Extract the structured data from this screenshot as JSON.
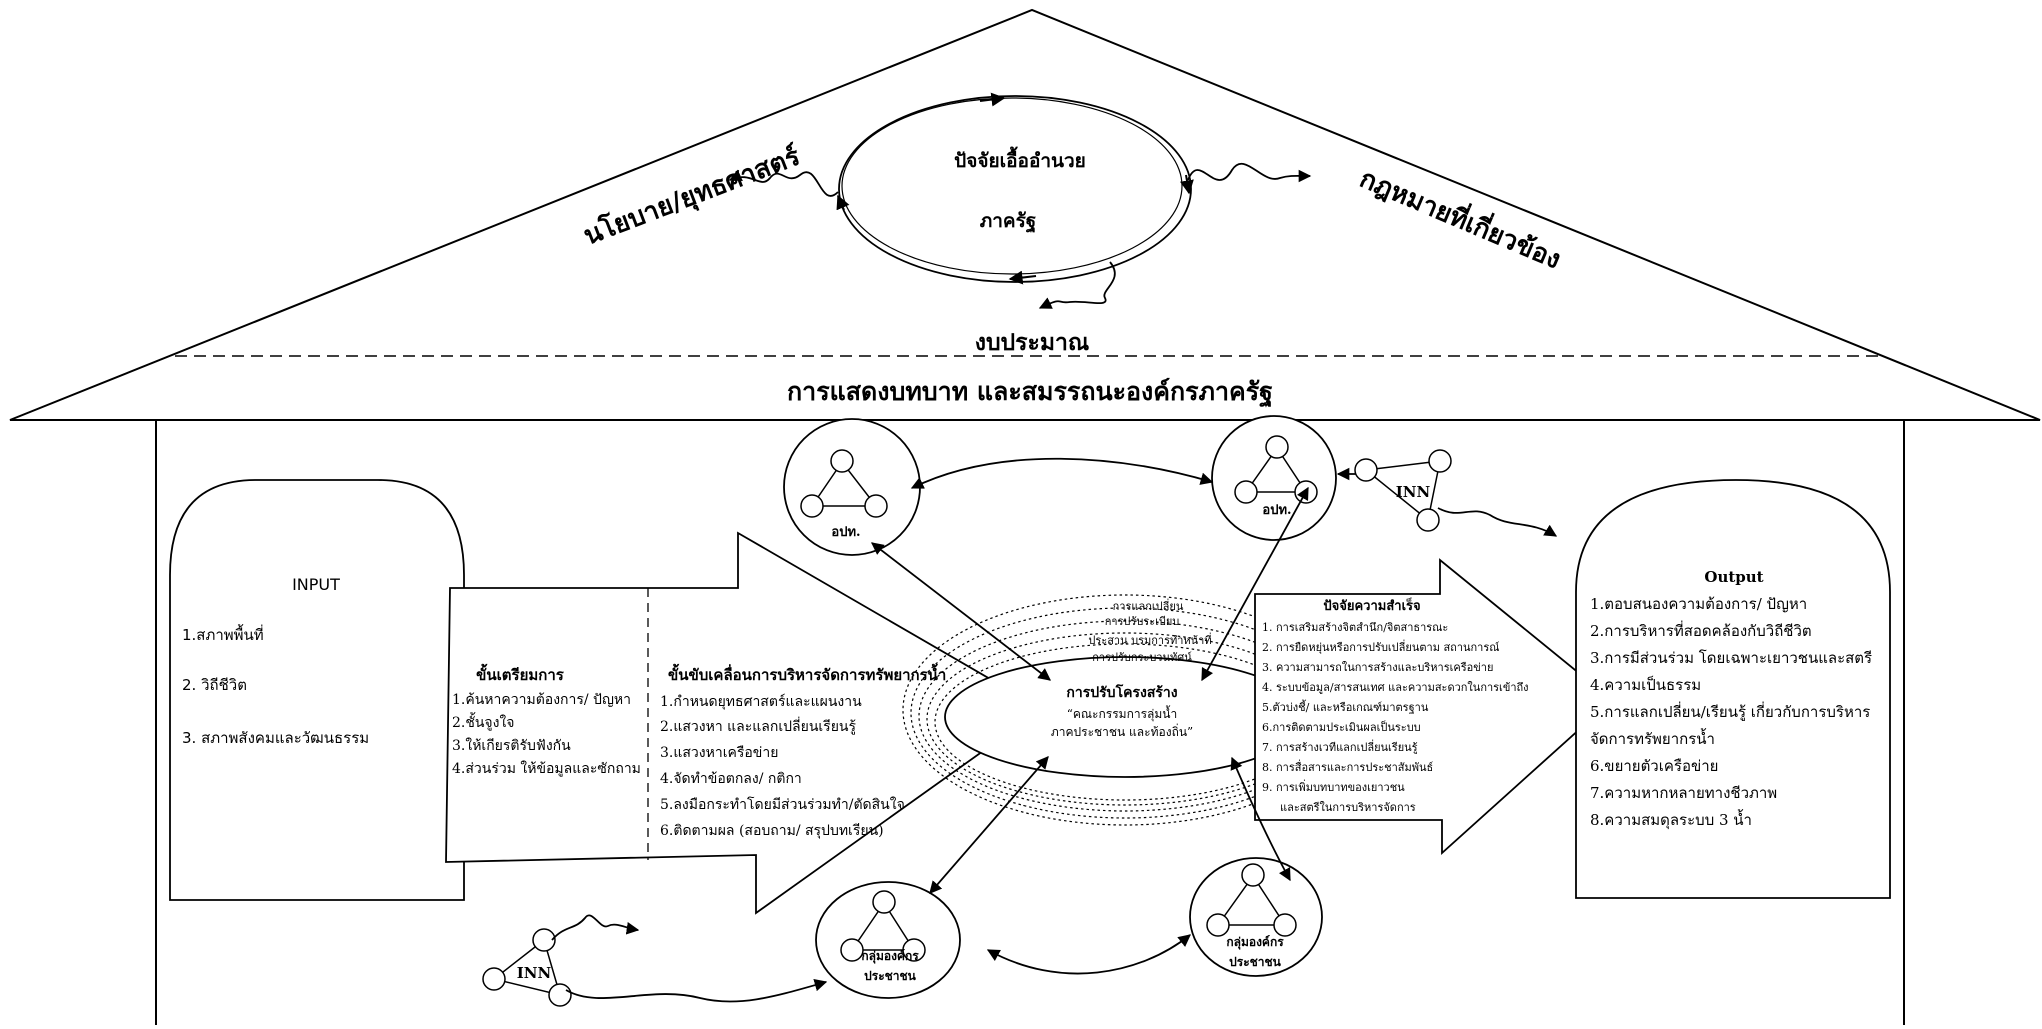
{
  "roof": {
    "title": "การแสดงบทบาท และสมรรถนะองค์กรภาครัฐ",
    "policy": "นโยบาย/ยุทธศาสตร์",
    "law": "กฎหมายที่เกี่ยวข้อง",
    "budget": "งบประมาณ",
    "cycle_title": "ปัจจัยเอื้ออำนวย",
    "cycle_sub": "ภาครัฐ"
  },
  "input": {
    "title": "INPUT",
    "items": [
      "1.สภาพพื้นที่",
      "2. วิถีชีวิต",
      "3. สภาพสังคมและวัฒนธรรม"
    ]
  },
  "prep": {
    "title": "ขั้นเตรียมการ",
    "items": [
      "1.ค้นหาความต้องการ/ ปัญหา",
      "2.ชั้นจูงใจ",
      "3.ให้เกียรติรับฟังกัน",
      "4.ส่วนร่วม ให้ข้อมูลและซักถาม"
    ]
  },
  "drive": {
    "title": "ขั้นขับเคลื่อนการบริหารจัดการทรัพยากรน้ำ",
    "items": [
      "1.กำหนดยุทธศาสตร์และแผนงาน",
      "2.แสวงหา และแลกเปลี่ยนเรียนรู้",
      "3.แสวงหาเครือข่าย",
      "4.จัดทำข้อตกลง/ กติกา",
      "5.ลงมือกระทำโดยมีส่วนร่วมทำ/ตัดสินใจ",
      "6.ติดตามผล (สอบถาม/ สรุปบทเรียน)"
    ]
  },
  "core": {
    "title": "การปรับโครงสร้าง",
    "sub1": "“คณะกรรมการลุ่มน้ำ",
    "sub2": "ภาคประชาชน และท้องถิ่น”",
    "ring_labels": [
      "การแลกเปลี่ยน",
      "การปรับระเบียบ",
      "ประสาน บรมการทำหน้าที่",
      "การปรับกระบวนทัศน์"
    ]
  },
  "success": {
    "title": "ปัจจัยความสำเร็จ",
    "items": [
      "1. การเสริมสร้างจิตสำนึก/จิตสาธารณะ",
      "2. การยืดหยุ่นหรือการปรับเปลี่ยนตาม สถานการณ์",
      "3. ความสามารถในการสร้างและบริหารเครือข่าย",
      "4. ระบบข้อมูล/สารสนเทศ และความสะดวกในการเข้าถึง",
      "5.ตัวบ่งชี้/ และหรือเกณฑ์มาตรฐาน",
      "6.การติดตามประเมินผลเป็นระบบ",
      "7. การสร้างเวทีแลกเปลี่ยนเรียนรู้",
      "8. การสื่อสารและการประชาสัมพันธ์",
      "9. การเพิ่มบทบาทของเยาวชน",
      "และสตรีในการบริหารจัดการ"
    ]
  },
  "output": {
    "title": "Output",
    "items": [
      "1.ตอบสนองความต้องการ/ ปัญหา",
      "2.การบริหารที่สอดคล้องกับวิถีชีวิต",
      "3.การมีส่วนร่วม โดยเฉพาะเยาวชนและสตรี",
      "4.ความเป็นธรรม",
      "5.การแลกเปลี่ยน/เรียนรู้ เกี่ยวกับการบริหาร",
      "จัดการทรัพยากรน้ำ",
      "6.ขยายตัวเครือข่าย",
      "7.ความหากหลายทางชีวภาพ",
      "8.ความสมดุลระบบ 3 น้ำ"
    ]
  },
  "nodes": {
    "opt_left": "อปท.",
    "opt_right": "อปท.",
    "inn_top": "INN",
    "inn_bottom": "INN",
    "people_left_1": "กลุ่มองค์กร",
    "people_left_2": "ประชาชน",
    "people_right_1": "กลุ่มองค์กร",
    "people_right_2": "ประชาชน"
  }
}
